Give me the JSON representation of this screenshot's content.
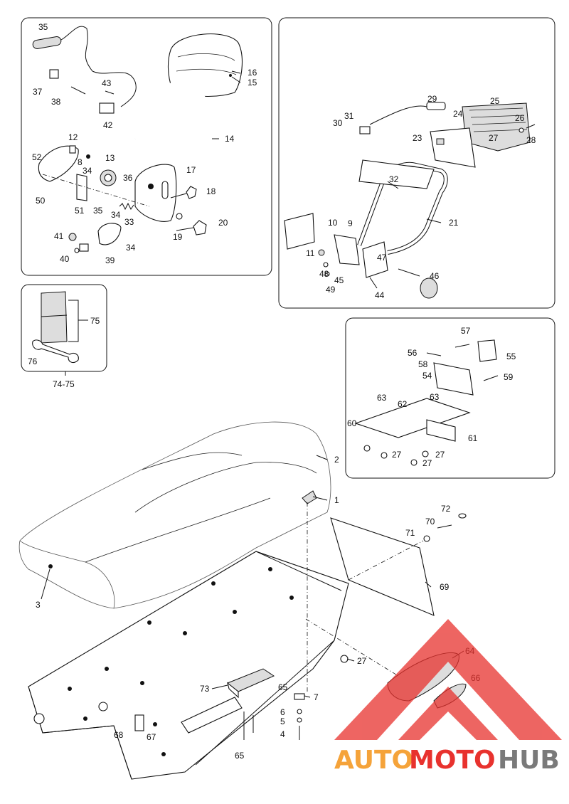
{
  "panels": {
    "top_left": {
      "labels": [
        "35",
        "16",
        "15",
        "37",
        "43",
        "38",
        "42",
        "14",
        "12",
        "8",
        "13",
        "52",
        "34",
        "36",
        "17",
        "50",
        "51",
        "18",
        "35",
        "34",
        "33",
        "20",
        "19",
        "41",
        "34",
        "40",
        "39"
      ]
    },
    "top_right": {
      "labels": [
        "29",
        "31",
        "30",
        "25",
        "24",
        "26",
        "27",
        "23",
        "28",
        "32",
        "21",
        "10",
        "9",
        "11",
        "47",
        "48",
        "45",
        "46",
        "49",
        "44"
      ]
    },
    "small_box": {
      "labels": [
        "75",
        "76"
      ],
      "caption": "74-75"
    },
    "right_box": {
      "labels": [
        "57",
        "55",
        "56",
        "58",
        "59",
        "54",
        "63",
        "62",
        "63",
        "60",
        "61",
        "27",
        "27",
        "27"
      ]
    },
    "main": {
      "labels": [
        "2",
        "1",
        "72",
        "70",
        "71",
        "69",
        "3",
        "27",
        "64",
        "66",
        "73",
        "65",
        "7",
        "6",
        "5",
        "4",
        "68",
        "67",
        "65"
      ]
    }
  },
  "watermark": {
    "part1": "AUTO",
    "part2": "MOTO",
    "part3": "HUB",
    "color_orange": "#f5a33a",
    "color_red": "#e8322e",
    "color_grey": "#7a7a7a"
  }
}
